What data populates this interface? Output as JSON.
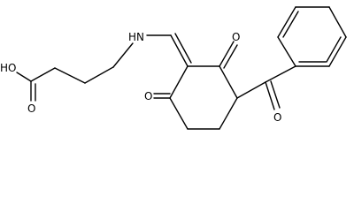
{
  "molecule": {
    "labels": {
      "hydroxyl": "HO",
      "amine": "HN",
      "carboxyl_oxygen": "O",
      "ring_oxygen_top": "O",
      "ring_oxygen_left": "O",
      "benzoyl_oxygen": "O"
    }
  }
}
